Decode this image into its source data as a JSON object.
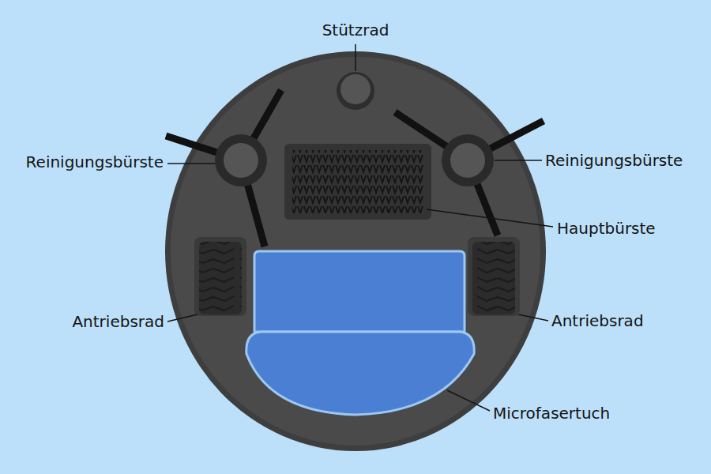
{
  "diagram": {
    "labels": [
      "Stützrad",
      "Reinigungsbürste",
      "Reinigungsbürste",
      "Hauptbürste",
      "Antriebsrad",
      "Antriebsrad",
      "Microfasertuch"
    ]
  }
}
